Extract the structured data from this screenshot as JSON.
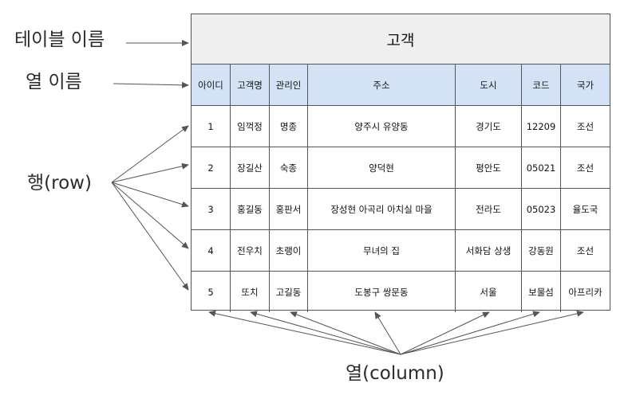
{
  "labels": {
    "table_name": "테이블 이름",
    "column_name": "열 이름",
    "row": "행(row)",
    "column": "열(column)"
  },
  "table": {
    "title": "고객",
    "headers": [
      "아이디",
      "고객명",
      "관리인",
      "주소",
      "도시",
      "코드",
      "국가"
    ],
    "rows": [
      [
        "1",
        "임꺽정",
        "명종",
        "양주시 유양동",
        "경기도",
        "12209",
        "조선"
      ],
      [
        "2",
        "장길산",
        "숙종",
        "양덕현",
        "평안도",
        "05021",
        "조선"
      ],
      [
        "3",
        "홍길동",
        "홍판서",
        "장성현 아곡리 아치실 마을",
        "전라도",
        "05023",
        "율도국"
      ],
      [
        "4",
        "전우치",
        "초랭이",
        "무녀의 집",
        "서화담 상생",
        "강동원",
        "조선"
      ],
      [
        "5",
        "또치",
        "고길동",
        "도봉구 쌍문동",
        "서울",
        "보물섬",
        "아프리카"
      ]
    ]
  },
  "colors": {
    "header_bg": "#d3e3f5",
    "title_bg": "#efefef",
    "arrow": "#555555"
  }
}
